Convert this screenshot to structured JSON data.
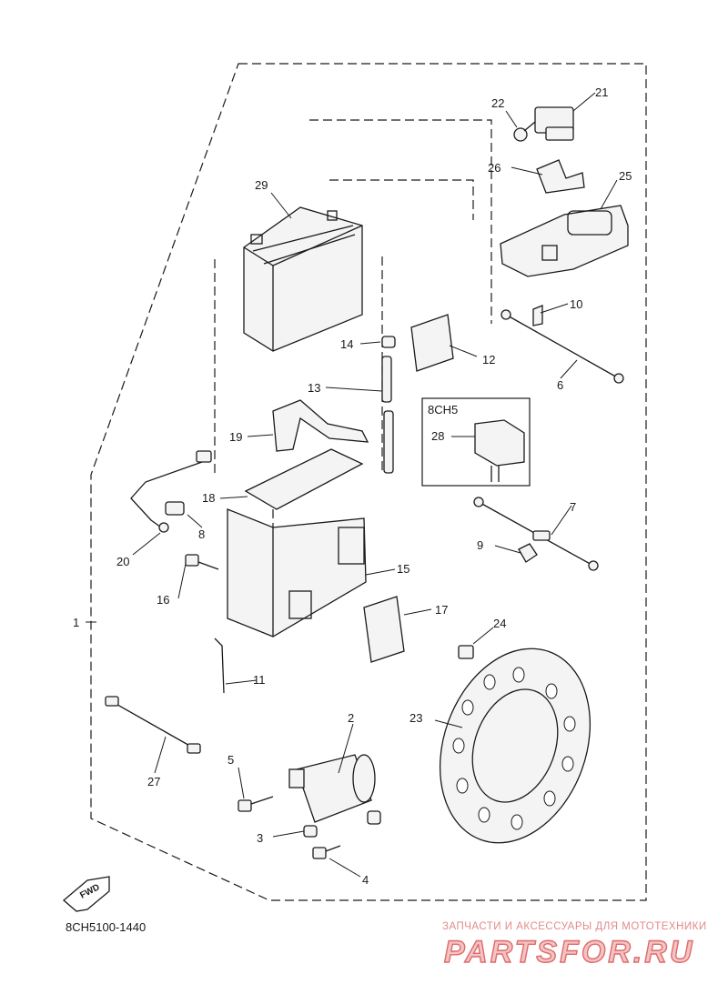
{
  "diagram": {
    "callouts": [
      "1",
      "2",
      "3",
      "4",
      "5",
      "6",
      "7",
      "8",
      "9",
      "10",
      "11",
      "12",
      "13",
      "14",
      "15",
      "16",
      "17",
      "18",
      "19",
      "20",
      "21",
      "22",
      "23",
      "24",
      "25",
      "26",
      "27",
      "28",
      "29"
    ],
    "inset_label": "8CH5",
    "inset_callout": "28",
    "direction_label": "FWD",
    "drawing_code": "8CH5100-1440"
  },
  "watermark": {
    "subtitle": "ЗАПЧАСТИ И АКСЕССУАРЫ ДЛЯ МОТОТЕХНИКИ",
    "brand": "PARTSFOR.RU"
  }
}
